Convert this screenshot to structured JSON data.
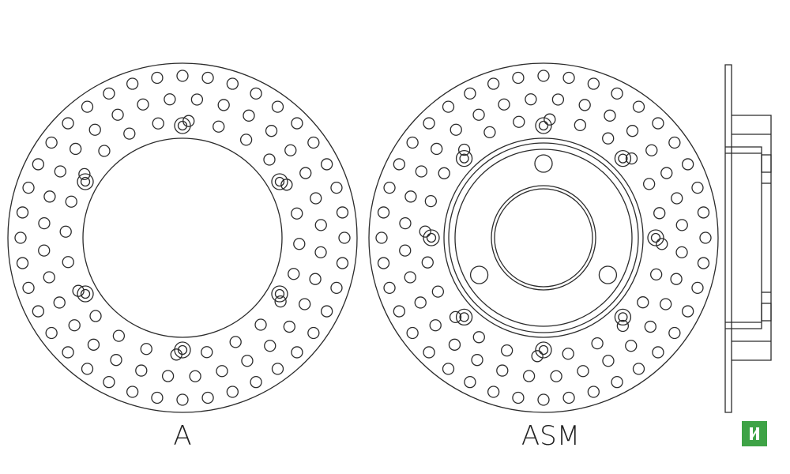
{
  "views": [
    {
      "id": "disc-a",
      "label": "A"
    },
    {
      "id": "disc-asm",
      "label": "ASM"
    },
    {
      "id": "side-profile",
      "label": ""
    }
  ],
  "colors": {
    "stroke": "#2b2b2b",
    "background": "#ffffff",
    "logo_background": "#3ea346",
    "logo_mark": "#ffffff"
  },
  "icons": {
    "brand_logo": "lightning-n-logo"
  }
}
